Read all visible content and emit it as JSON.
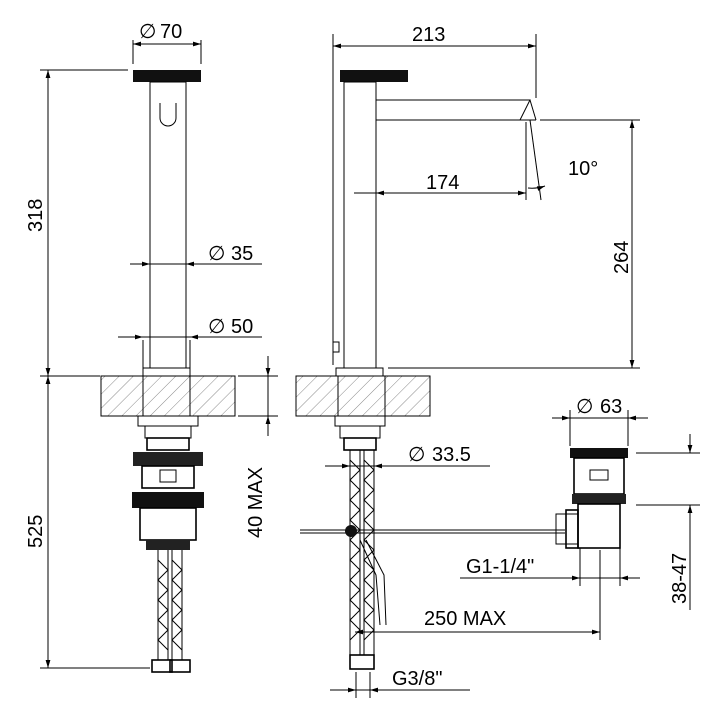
{
  "dimensions": {
    "front_diameter_top": "70",
    "height_spout": "318",
    "diameter_body": "35",
    "diameter_base": "50",
    "below_deck": "525",
    "deck_max": "40 MAX",
    "side_reach": "213",
    "spout_reach": "174",
    "spout_angle": "10°",
    "spout_height": "264",
    "hose_diameter": "33.5",
    "waste_diameter": "63",
    "waste_thread": "G1-1/4\"",
    "waste_range": "38-47",
    "rod_length": "250 MAX",
    "hose_thread": "G3/8\""
  },
  "symbols": {
    "diameter": "∅"
  }
}
